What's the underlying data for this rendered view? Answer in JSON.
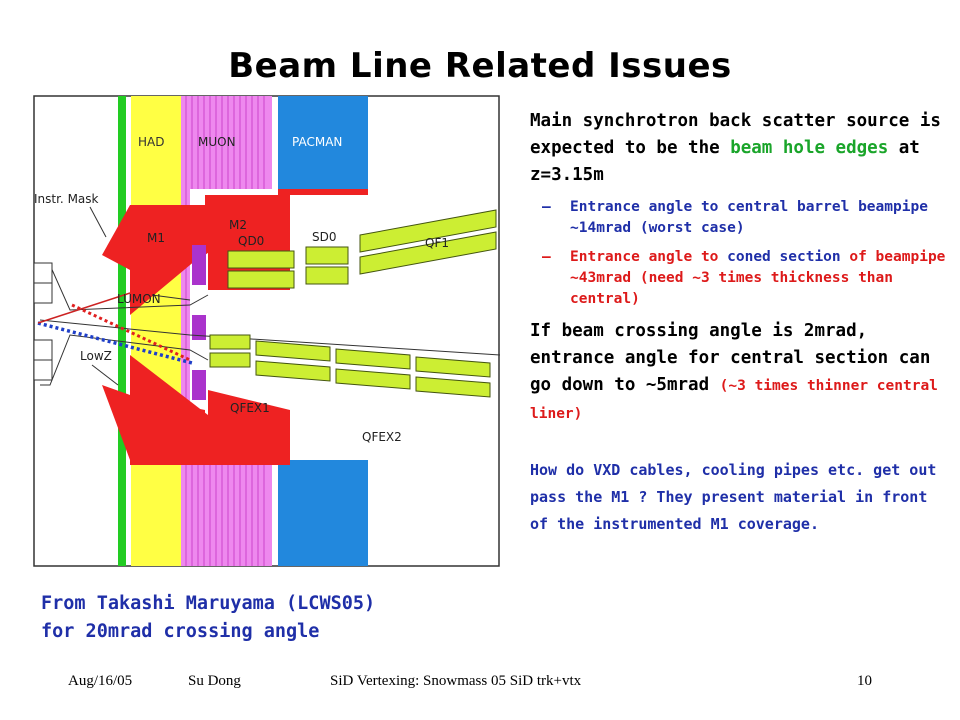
{
  "title": "Beam Line Related Issues",
  "diagram": {
    "labels": {
      "had": "HAD",
      "muon": "MUON",
      "pacman": "PACMAN",
      "instr_mask": "Instr. Mask",
      "m1": "M1",
      "m2": "M2",
      "qf1": "QF1",
      "qd0": "QD0",
      "sd0": "SD0",
      "lumon": "LUMON",
      "lowz": "LowZ",
      "qfex1": "QFEX1",
      "qfex2": "QFEX2"
    },
    "colors": {
      "green_bar": "#22cc22",
      "had": "#ffff44",
      "muon": "#ee88ee",
      "pacman": "#2288dd",
      "mask": "#ee2222",
      "magnet": "#ccee33",
      "lumon": "#aa33cc",
      "blue_dots": "#1f3fc8",
      "red_dots": "#e02020"
    }
  },
  "caption": {
    "line1": "From Takashi Maruyama (LCWS05)",
    "line2": "for 20mrad crossing angle"
  },
  "right": {
    "p1_a": "Main synchrotron back scatter source is expected to be the ",
    "p1_green": "beam hole edges",
    "p1_b": " at z=3.15m",
    "b1_dash": "–",
    "b1": "Entrance angle to central barrel beampipe ~14mrad (worst case)",
    "b2_dash": "–",
    "b2_a": "Entrance angle to ",
    "b2_blue": "coned section",
    "b2_b": " of beampipe ~43mrad (need ~3 times thickness than central)",
    "p2": "If beam crossing angle is 2mrad, entrance angle for central section can go down to ~5mrad ",
    "p2_red": "(~3 times thinner central liner)",
    "p3": "How do VXD cables, cooling pipes etc. get out pass the M1 ? They present material in front of the instrumented M1 coverage."
  },
  "footer": {
    "date": "Aug/16/05",
    "author": "Su Dong",
    "center": "SiD Vertexing: Snowmass 05 SiD trk+vtx",
    "page": "10"
  }
}
